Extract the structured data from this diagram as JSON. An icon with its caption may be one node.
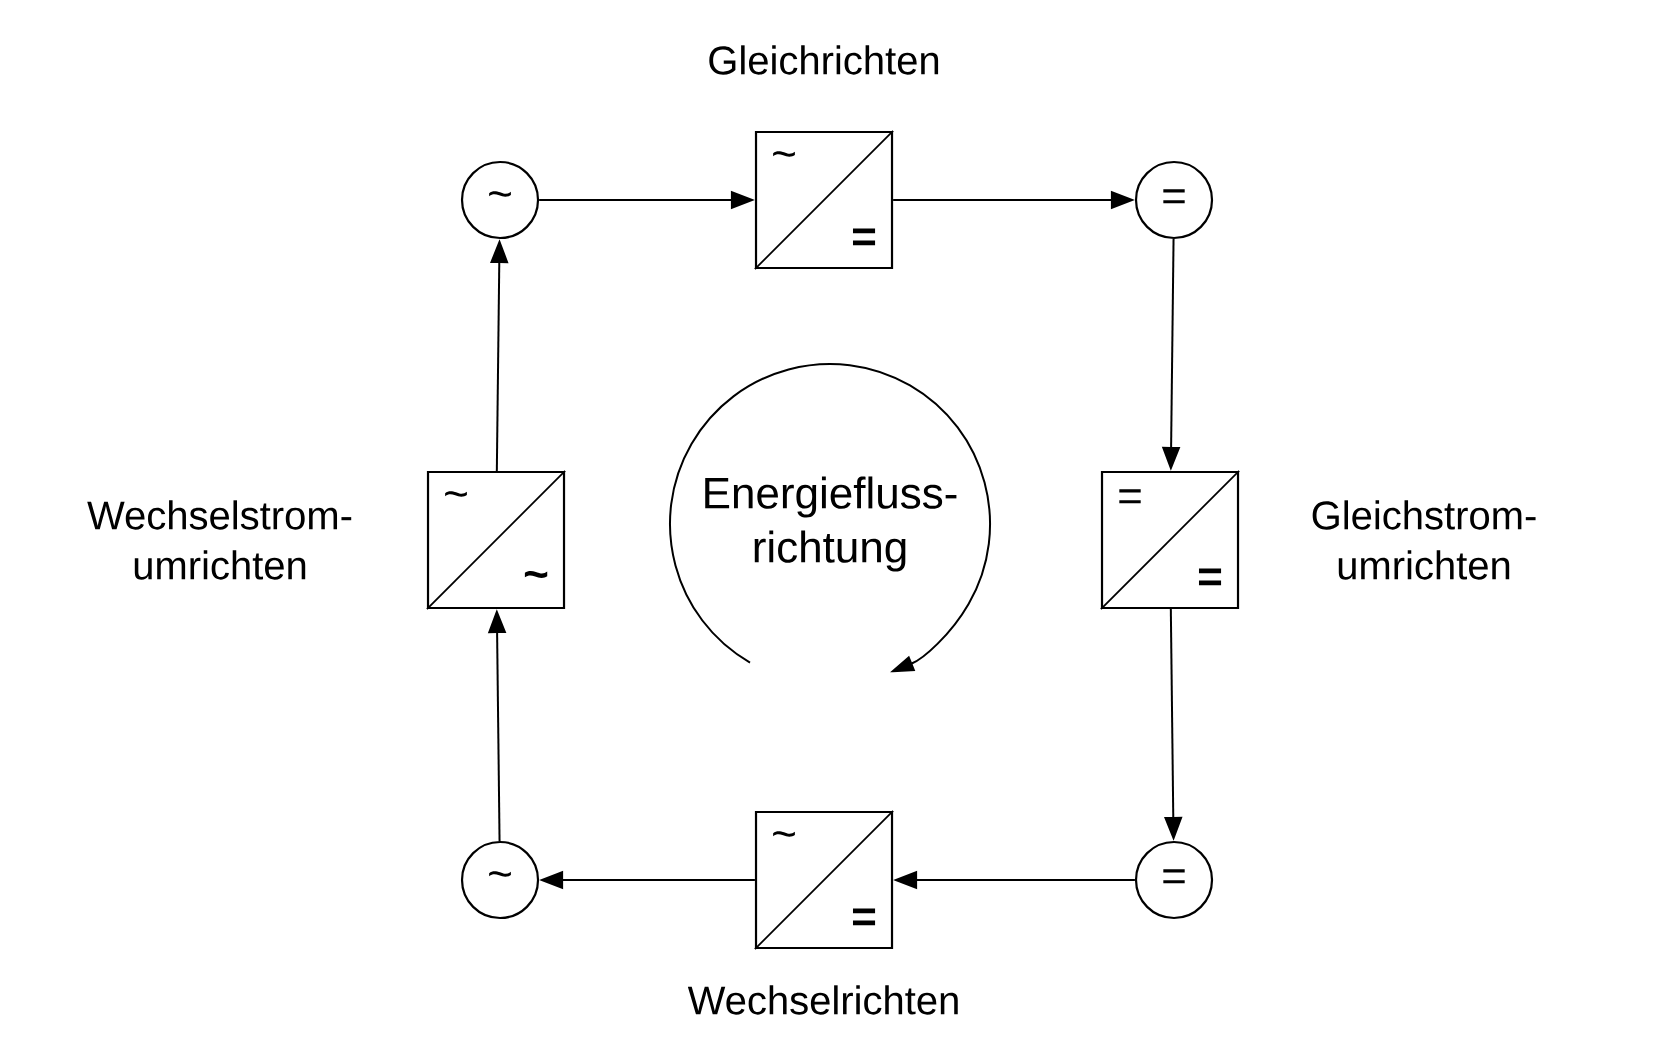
{
  "diagram": {
    "nodes": [
      {
        "text": [
          "~"
        ]
      },
      {
        "text": [
          "~",
          "="
        ],
        "beside": [
          "Gleichrichten"
        ]
      },
      {
        "text": [
          "="
        ]
      },
      {
        "text": [
          "=",
          "="
        ],
        "beside": [
          "Gleichstrom- umrichten"
        ]
      },
      {
        "text": [
          "="
        ]
      },
      {
        "text": [
          "~",
          "="
        ],
        "beside": [
          "Wechselrichten"
        ]
      },
      {
        "text": [
          "~"
        ]
      },
      {
        "text": [
          "~",
          "~"
        ],
        "beside": [
          "Wechselstrom- umrichten"
        ]
      }
    ],
    "edges": [
      {
        "from": 0,
        "to": 1,
        "arrow": "to"
      },
      {
        "from": 1,
        "to": 2,
        "arrow": "to"
      },
      {
        "from": 2,
        "to": 3,
        "arrow": "to"
      },
      {
        "from": 3,
        "to": 4,
        "arrow": "to"
      },
      {
        "from": 4,
        "to": 5,
        "arrow": "to"
      },
      {
        "from": 5,
        "to": 6,
        "arrow": "to"
      },
      {
        "from": 6,
        "to": 7,
        "arrow": "to"
      },
      {
        "from": 7,
        "to": 0,
        "arrow": "to"
      }
    ],
    "labels": [
      "Energiefluss- richtung"
    ]
  }
}
